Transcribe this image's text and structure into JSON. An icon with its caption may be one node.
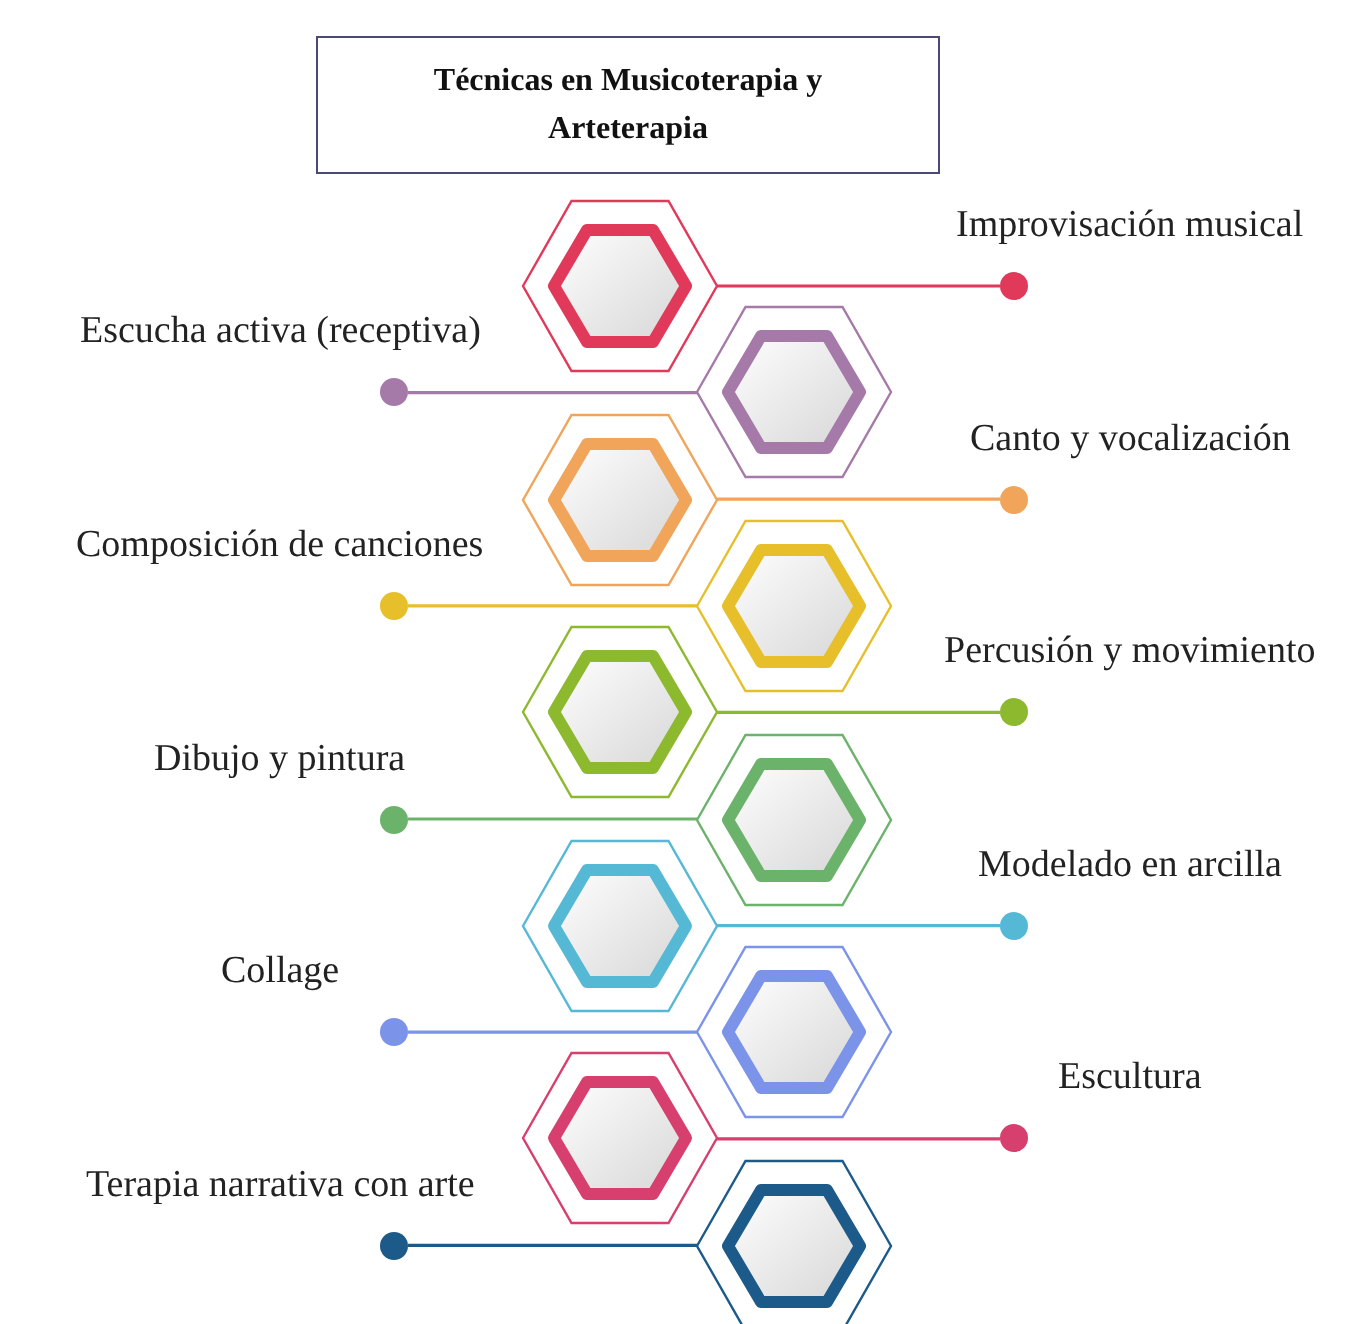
{
  "diagram": {
    "title": "Técnicas en Musicoterapia y Arteterapia",
    "nodes": [
      {
        "text": [],
        "shape": "hexagon"
      },
      {
        "text": [],
        "shape": "circle",
        "beside": [
          "Improvisación musical"
        ]
      },
      {
        "text": [],
        "shape": "hexagon"
      },
      {
        "text": [],
        "shape": "circle",
        "beside": [
          "Escucha activa (receptiva)"
        ]
      },
      {
        "text": [],
        "shape": "hexagon"
      },
      {
        "text": [],
        "shape": "circle",
        "beside": [
          "Canto y vocalización"
        ]
      },
      {
        "text": [],
        "shape": "hexagon"
      },
      {
        "text": [],
        "shape": "circle",
        "beside": [
          "Composición de canciones"
        ]
      },
      {
        "text": [],
        "shape": "hexagon"
      },
      {
        "text": [],
        "shape": "circle",
        "beside": [
          "Percusión y movimiento"
        ]
      },
      {
        "text": [],
        "shape": "hexagon"
      },
      {
        "text": [],
        "shape": "circle",
        "beside": [
          "Dibujo y pintura"
        ]
      },
      {
        "text": [],
        "shape": "hexagon"
      },
      {
        "text": [],
        "shape": "circle",
        "beside": [
          "Modelado en arcilla"
        ]
      },
      {
        "text": [],
        "shape": "hexagon"
      },
      {
        "text": [],
        "shape": "circle",
        "beside": [
          "Collage"
        ]
      },
      {
        "text": [],
        "shape": "hexagon"
      },
      {
        "text": [],
        "shape": "circle",
        "beside": [
          "Escultura"
        ]
      },
      {
        "text": [],
        "shape": "hexagon"
      },
      {
        "text": [],
        "shape": "circle",
        "beside": [
          "Terapia narrativa con arte"
        ]
      }
    ],
    "edges": [
      {
        "from": 0,
        "to": 1,
        "arrow": "none",
        "color": "#e0395a"
      },
      {
        "from": 2,
        "to": 3,
        "arrow": "none",
        "color": "#a57aa8"
      },
      {
        "from": 4,
        "to": 5,
        "arrow": "none",
        "color": "#f0a55a"
      },
      {
        "from": 6,
        "to": 7,
        "arrow": "none",
        "color": "#e6bf2a"
      },
      {
        "from": 8,
        "to": 9,
        "arrow": "none",
        "color": "#8db92e"
      },
      {
        "from": 10,
        "to": 11,
        "arrow": "none",
        "color": "#6bb36b"
      },
      {
        "from": 12,
        "to": 13,
        "arrow": "none",
        "color": "#55b8d4"
      },
      {
        "from": 14,
        "to": 15,
        "arrow": "none",
        "color": "#7b93e8"
      },
      {
        "from": 16,
        "to": 17,
        "arrow": "none",
        "color": "#d63f6e"
      },
      {
        "from": 18,
        "to": 19,
        "arrow": "none",
        "color": "#1c5a8a"
      }
    ]
  }
}
